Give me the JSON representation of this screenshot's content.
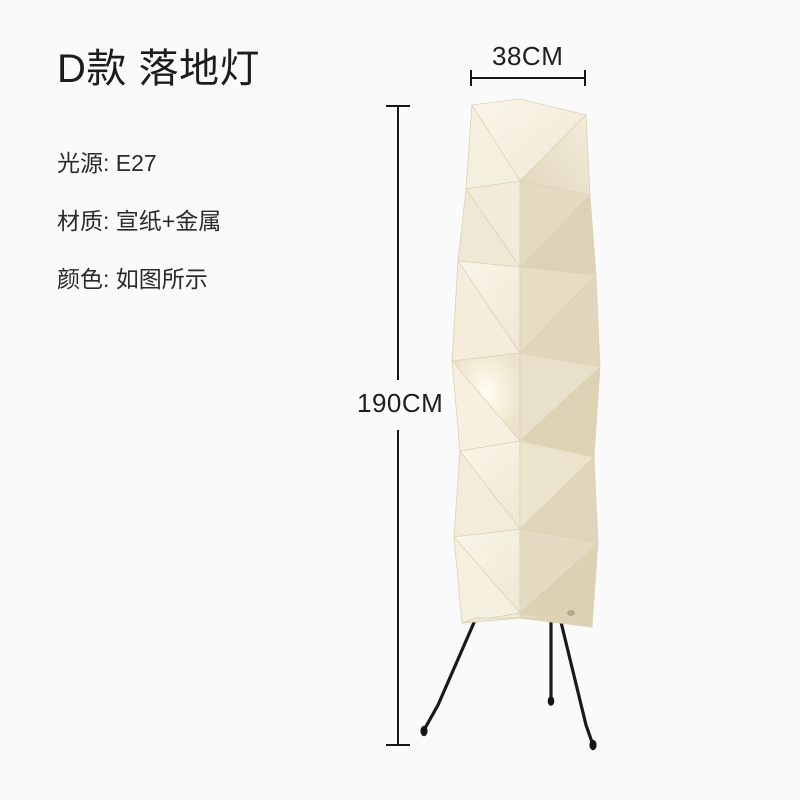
{
  "page": {
    "background_color": "#fafafa",
    "text_color": "#1c1c1c"
  },
  "product": {
    "title": "D款 落地灯",
    "specs": [
      {
        "label": "光源",
        "value": "E27",
        "text": "光源: E27"
      },
      {
        "label": "材质",
        "value": "宣纸+金属",
        "text": "材质: 宣纸+金属"
      },
      {
        "label": "颜色",
        "value": "如图所示",
        "text": "颜色: 如图所示"
      }
    ]
  },
  "dimensions": {
    "width": {
      "value": "38CM",
      "orientation": "horizontal"
    },
    "height": {
      "value": "190CM",
      "orientation": "vertical"
    },
    "line_color": "#161616"
  },
  "lamp": {
    "type": "stacked-origami-paper-floor-lamp",
    "shade_color_light": "#f6f1e2",
    "shade_color_mid": "#ece4cf",
    "shade_color_shadow": "#ded3b9",
    "leg_color": "#1a1a1a",
    "leg_count": 3,
    "tier_count": 6
  }
}
